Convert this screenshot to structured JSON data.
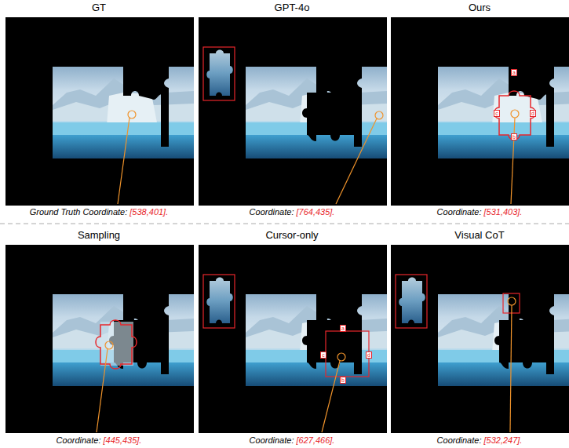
{
  "diagram": {
    "nodes": [
      {
        "text": [
          "a"
        ]
      },
      {
        "text": [
          "b"
        ]
      },
      {
        "text": [
          "c"
        ]
      },
      {
        "text": [
          "d"
        ]
      },
      {
        "text": [
          "a"
        ]
      },
      {
        "text": [
          "b"
        ]
      },
      {
        "text": [
          "c"
        ]
      },
      {
        "text": [
          "d"
        ]
      }
    ],
    "labels": [
      "GT",
      "GPT-4o",
      "Ours",
      "Ground Truth Coordinate:",
      "[538,401].",
      "Coordinate:",
      "[764,435].",
      "Coordinate:",
      "[531,403].",
      "Sampling",
      "Cursor-only",
      "Visual CoT",
      "Coordinate:",
      "[445,435].",
      "Coordinate:",
      "[627,466].",
      "Coordinate:",
      "[532,247]."
    ]
  }
}
